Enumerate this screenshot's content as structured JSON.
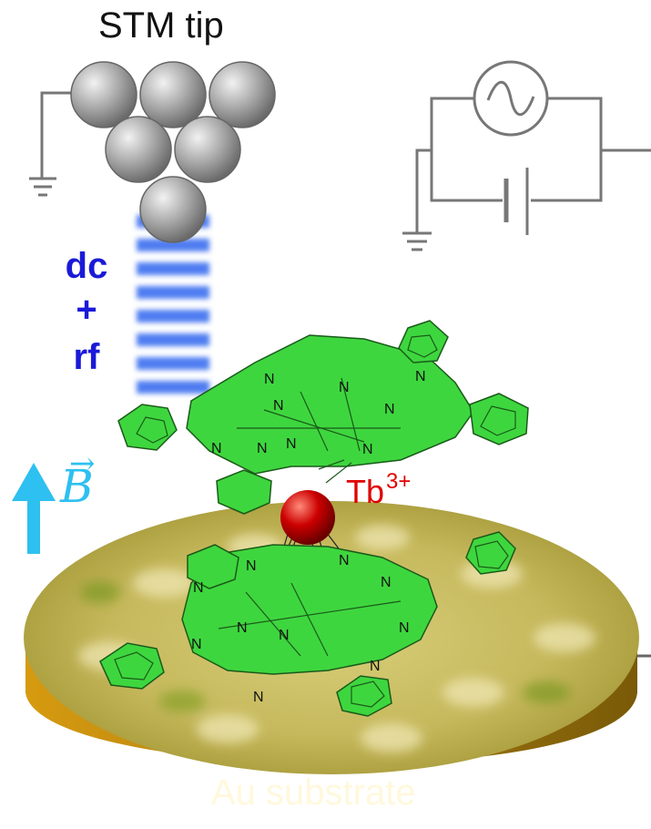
{
  "labels": {
    "tip": "STM tip",
    "dc": "dc",
    "plus": "+",
    "rf": "rf",
    "ion": "Tb",
    "ion_charge": "3+",
    "field": "B",
    "field_arrow": "→",
    "substrate": "Au substrate",
    "nitrogen": "N"
  },
  "colors": {
    "ligand": "#3ed63e",
    "ion": "#cc0000",
    "beam": "#3b6ef0",
    "field_arrow": "#2ec0f0",
    "substrate": "#c9a424",
    "dc_rf_text": "#1a1ad8"
  },
  "icons": [
    "ground-icon",
    "ac-source-icon",
    "battery-icon",
    "field-arrow-icon"
  ]
}
